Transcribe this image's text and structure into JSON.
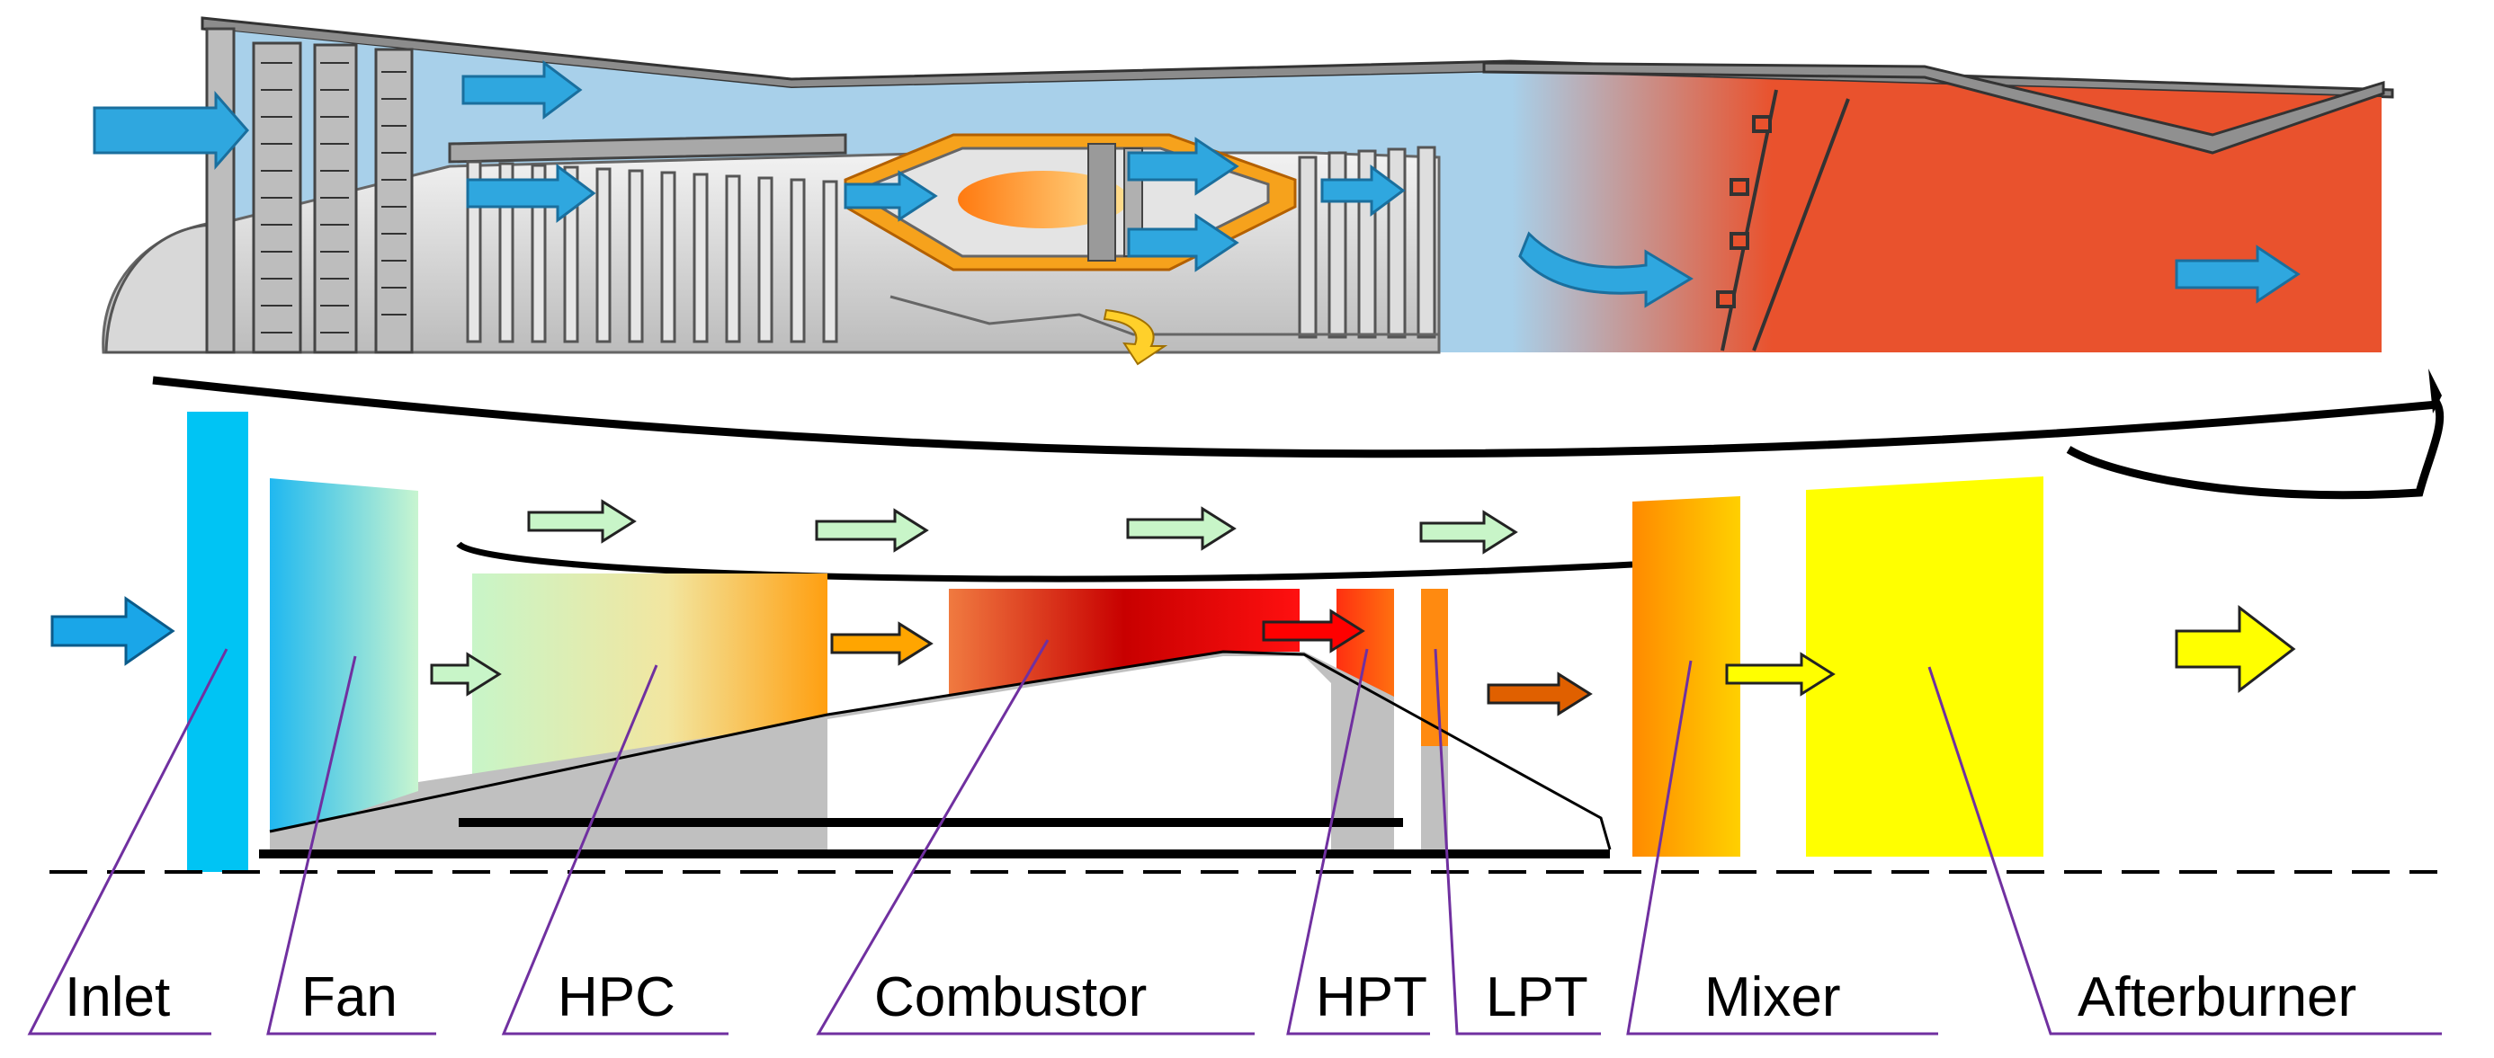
{
  "labels": {
    "inlet": "Inlet",
    "fan": "Fan",
    "hpc": "HPC",
    "combustor": "Combustor",
    "hpt": "HPT",
    "lpt": "LPT",
    "mixer": "Mixer",
    "afterburner": "Afterburner"
  },
  "colors": {
    "bypass_air": "#a8d0ea",
    "hot_section": "#e9522d",
    "cyan_inlet": "#00c4f4",
    "leader_line": "#7030a0",
    "yellow": "#ffff00",
    "orange": "#ff9900",
    "red": "#e00000",
    "light_green": "#c8f5c8",
    "gray": "#c0c0c0",
    "flow_arrow_blue": "#2fa7df"
  },
  "icons": {
    "flow_arrow": "right-arrow-icon",
    "bleed_arrow": "curved-down-arrow-icon"
  }
}
